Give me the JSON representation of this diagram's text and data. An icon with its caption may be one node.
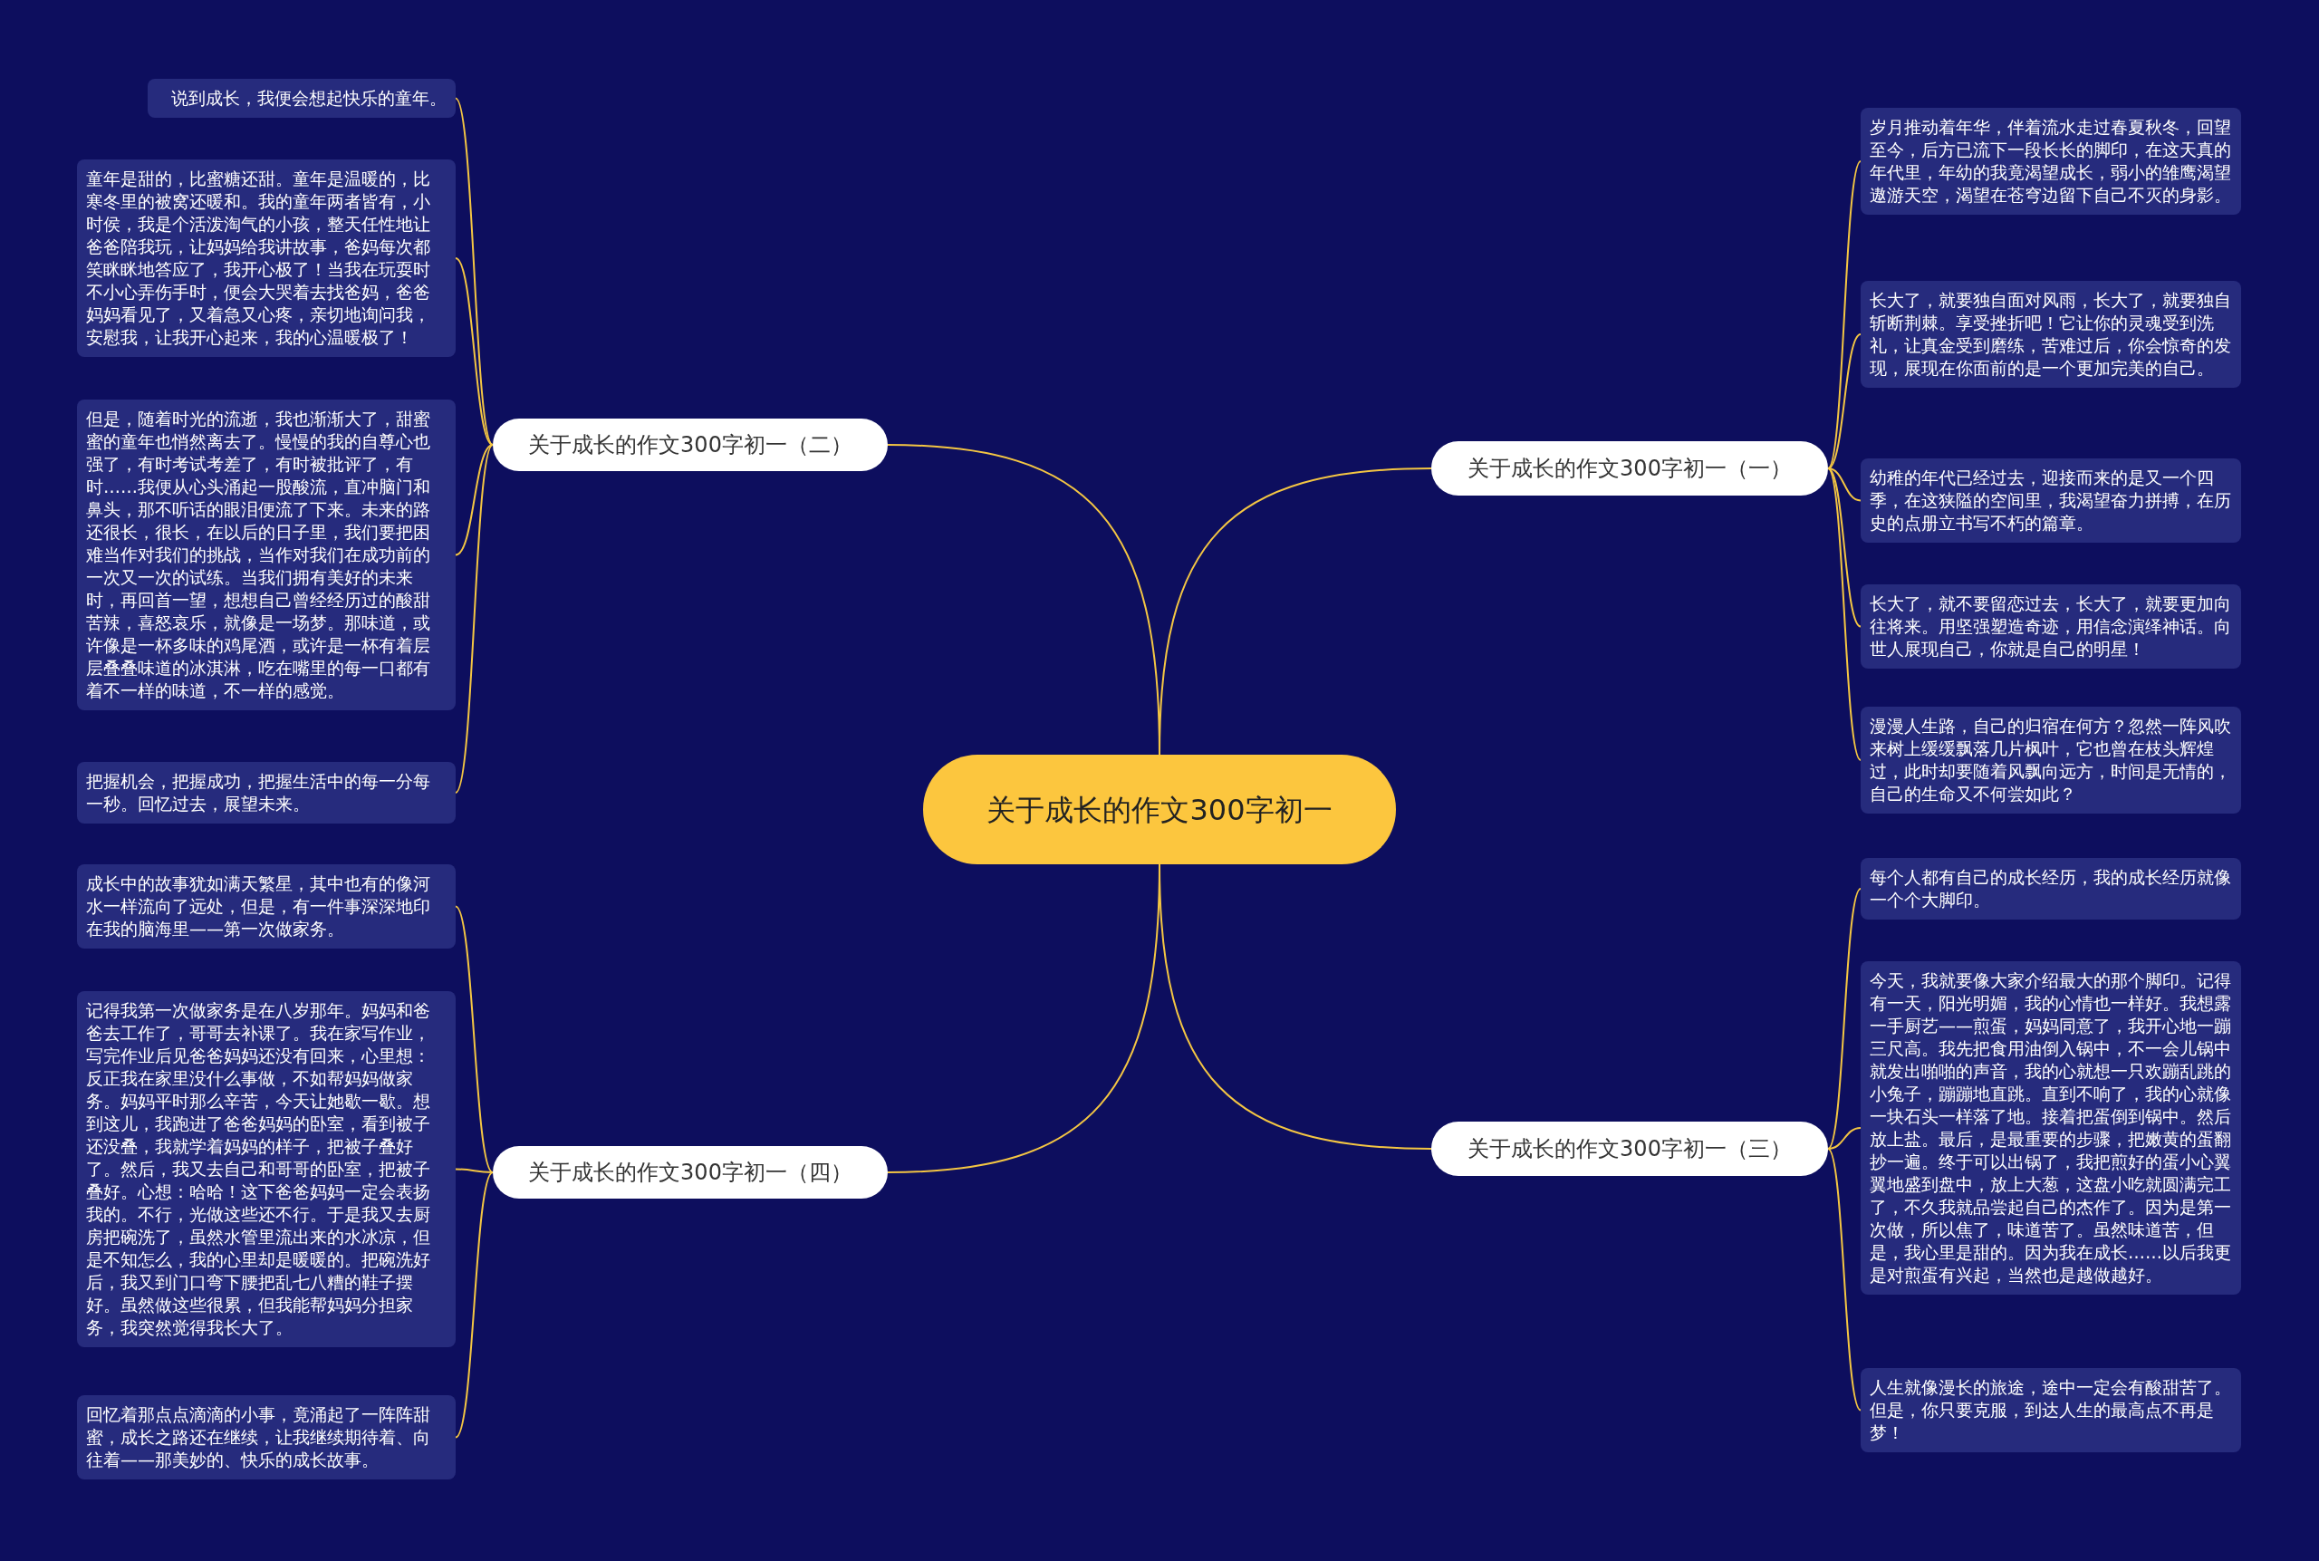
{
  "diagram": {
    "nodes": [
      {
        "text": [
          "关于成长的作文300字初一"
        ]
      },
      {
        "text": [
          "关于成长的作文300字初一（一）"
        ]
      },
      {
        "text": [
          "岁月推动着年华，伴着流水走过春夏秋冬，回望至今，后方已流下一段长长的脚印，在这天真的年代里，年幼的我竟渴望成长，弱小的雏鹰渴望遨游天空，渴望在苍穹边留下自己不灭的身影。"
        ]
      },
      {
        "text": [
          "长大了，就要独自面对风雨，长大了，就要独自斩断荆棘。享受挫折吧！它让你的灵魂受到洗礼，让真金受到磨练，苦难过后，你会惊奇的发现，展现在你面前的是一个更加完美的自己。"
        ]
      },
      {
        "text": [
          "幼稚的年代已经过去，迎接而来的是又一个四季，在这狭隘的空间里，我渴望奋力拼搏，在历史的点册立书写不朽的篇章。"
        ]
      },
      {
        "text": [
          "长大了，就不要留恋过去，长大了，就要更加向往将来。用坚强塑造奇迹，用信念演绎神话。向世人展现自己，你就是自己的明星！"
        ]
      },
      {
        "text": [
          "漫漫人生路，自己的归宿在何方？忽然一阵风吹来树上缓缓飘落几片枫叶，它也曾在枝头辉煌过，此时却要随着风飘向远方，时间是无情的，自己的生命又不何尝如此？"
        ]
      },
      {
        "text": [
          "关于成长的作文300字初一（二）"
        ]
      },
      {
        "text": [
          "说到成长，我便会想起快乐的童年。"
        ]
      },
      {
        "text": [
          "童年是甜的，比蜜糖还甜。童年是温暖的，比寒冬里的被窝还暖和。我的童年两者皆有，小时侯，我是个活泼淘气的小孩，整天任性地让爸爸陪我玩，让妈妈给我讲故事，爸妈每次都笑眯眯地答应了，我开心极了！当我在玩耍时不小心弄伤手时，便会大哭着去找爸妈，爸爸妈妈看见了，又着急又心疼，亲切地询问我，安慰我，让我开心起来，我的心温暖极了！"
        ]
      },
      {
        "text": [
          "但是，随着时光的流逝，我也渐渐大了，甜蜜蜜的童年也悄然离去了。慢慢的我的自尊心也强了，有时考试考差了，有时被批评了，有时……我便从心头涌起一股酸流，直冲脑门和鼻头，那不听话的眼泪便流了下来。未来的路还很长，很长，在以后的日子里，我们要把困难当作对我们的挑战，当作对我们在成功前的一次又一次的试练。当我们拥有美好的未来时，再回首一望，想想自己曾经经历过的酸甜苦辣，喜怒哀乐，就像是一场梦。那味道，或许像是一杯多味的鸡尾酒，或许是一杯有着层层叠叠味道的冰淇淋，吃在嘴里的每一口都有着不一样的味道，不一样的感觉。"
        ]
      },
      {
        "text": [
          "把握机会，把握成功，把握生活中的每一分每一秒。回忆过去，展望未来。"
        ]
      },
      {
        "text": [
          "关于成长的作文300字初一（三）"
        ]
      },
      {
        "text": [
          "每个人都有自己的成长经历，我的成长经历就像一个个大脚印。"
        ]
      },
      {
        "text": [
          "今天，我就要像大家介绍最大的那个脚印。记得有一天，阳光明媚，我的心情也一样好。我想露一手厨艺——煎蛋，妈妈同意了，我开心地一蹦三尺高。我先把食用油倒入锅中，不一会儿锅中就发出啪啪的声音，我的心就想一只欢蹦乱跳的小兔子，蹦蹦地直跳。直到不响了，我的心就像一块石头一样落了地。接着把蛋倒到锅中。然后放上盐。最后，是最重要的步骤，把嫩黄的蛋翻抄一遍。终于可以出锅了，我把煎好的蛋小心翼翼地盛到盘中，放上大葱，这盘小吃就圆满完工了，不久我就品尝起自己的杰作了。因为是第一次做，所以焦了，味道苦了。虽然味道苦，但是，我心里是甜的。因为我在成长……以后我更是对煎蛋有兴起，当然也是越做越好。"
        ]
      },
      {
        "text": [
          "人生就像漫长的旅途，途中一定会有酸甜苦了。但是，你只要克服，到达人生的最高点不再是梦！"
        ]
      },
      {
        "text": [
          "关于成长的作文300字初一（四）"
        ]
      },
      {
        "text": [
          "成长中的故事犹如满天繁星，其中也有的像河水一样流向了远处，但是，有一件事深深地印在我的脑海里——第一次做家务。"
        ]
      },
      {
        "text": [
          "记得我第一次做家务是在八岁那年。妈妈和爸爸去工作了，哥哥去补课了。我在家写作业，写完作业后见爸爸妈妈还没有回来，心里想：反正我在家里没什么事做，不如帮妈妈做家务。妈妈平时那么辛苦，今天让她歇一歇。想到这儿，我跑进了爸爸妈妈的卧室，看到被子还没叠，我就学着妈妈的样子，把被子叠好了。然后，我又去自己和哥哥的卧室，把被子叠好。心想：哈哈！这下爸爸妈妈一定会表扬我的。不行，光做这些还不行。于是我又去厨房把碗洗了，虽然水管里流出来的水冰凉，但是不知怎么，我的心里却是暖暖的。把碗洗好后，我又到门口弯下腰把乱七八糟的鞋子摆好。虽然做这些很累，但我能帮妈妈分担家务，我突然觉得我长大了。"
        ]
      },
      {
        "text": [
          "回忆着那点点滴滴的小事，竟涌起了一阵阵甜蜜，成长之路还在继续，让我继续期待着、向往着——那美妙的、快乐的成长故事。"
        ]
      }
    ],
    "edges": [
      {
        "from": 0,
        "to": 1,
        "arrow": "none"
      },
      {
        "from": 1,
        "to": 2,
        "arrow": "none"
      },
      {
        "from": 1,
        "to": 3,
        "arrow": "none"
      },
      {
        "from": 1,
        "to": 4,
        "arrow": "none"
      },
      {
        "from": 1,
        "to": 5,
        "arrow": "none"
      },
      {
        "from": 1,
        "to": 6,
        "arrow": "none"
      },
      {
        "from": 0,
        "to": 7,
        "arrow": "none"
      },
      {
        "from": 7,
        "to": 8,
        "arrow": "none"
      },
      {
        "from": 7,
        "to": 9,
        "arrow": "none"
      },
      {
        "from": 7,
        "to": 10,
        "arrow": "none"
      },
      {
        "from": 7,
        "to": 11,
        "arrow": "none"
      },
      {
        "from": 0,
        "to": 12,
        "arrow": "none"
      },
      {
        "from": 12,
        "to": 13,
        "arrow": "none"
      },
      {
        "from": 12,
        "to": 14,
        "arrow": "none"
      },
      {
        "from": 12,
        "to": 15,
        "arrow": "none"
      },
      {
        "from": 0,
        "to": 16,
        "arrow": "none"
      },
      {
        "from": 16,
        "to": 17,
        "arrow": "none"
      },
      {
        "from": 16,
        "to": 18,
        "arrow": "none"
      },
      {
        "from": 16,
        "to": 19,
        "arrow": "none"
      }
    ]
  }
}
